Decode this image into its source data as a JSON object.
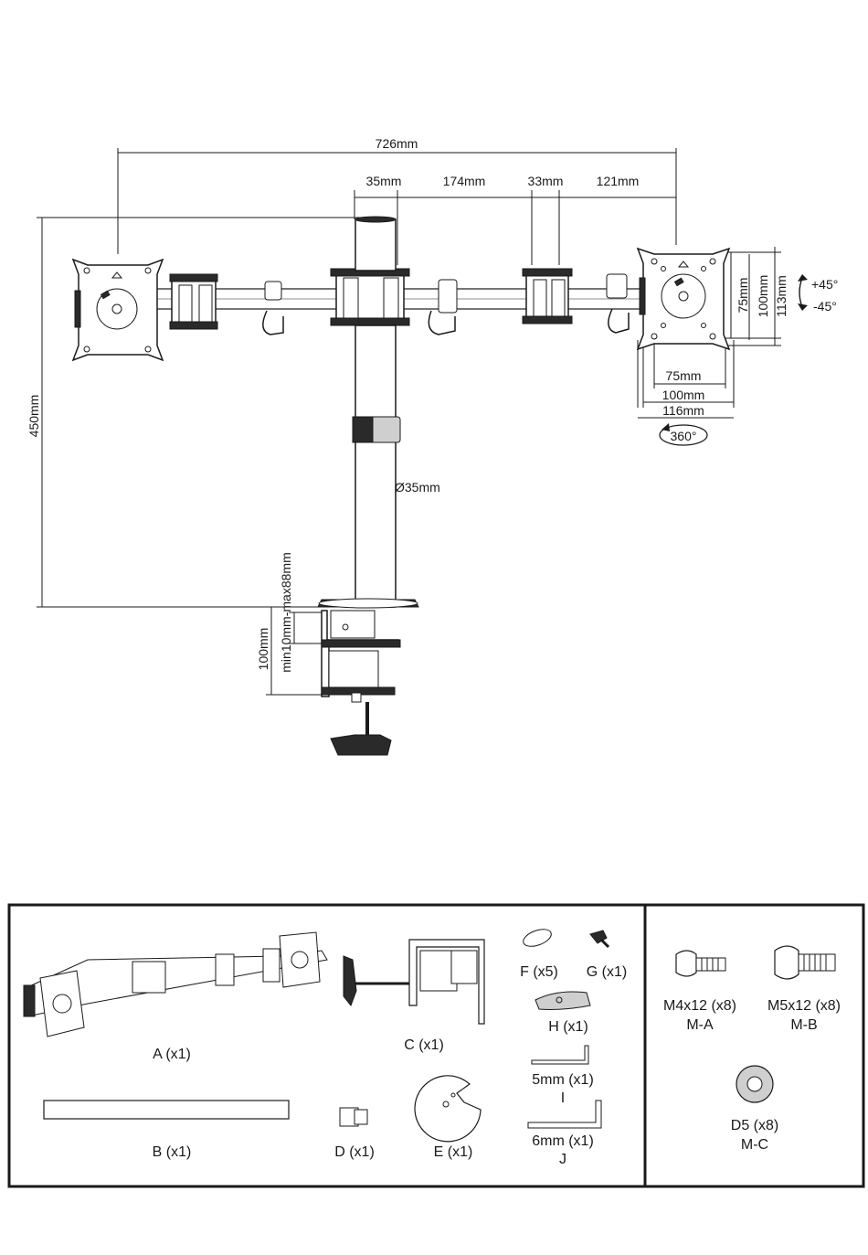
{
  "dimensions": {
    "overall_width": "726mm",
    "seg_35": "35mm",
    "seg_174": "174mm",
    "seg_33": "33mm",
    "seg_121": "121mm",
    "height_450": "450mm",
    "pole_diameter": "Ø35mm",
    "clamp_range": "min10mm-max88mm",
    "clamp_depth": "100mm",
    "vesa_h_75": "75mm",
    "vesa_h_100": "100mm",
    "vesa_h_113": "113mm",
    "vesa_w_75": "75mm",
    "vesa_w_100": "100mm",
    "vesa_w_116": "116mm",
    "tilt_up": "+45°",
    "tilt_down": "-45°",
    "rotation": "360°"
  },
  "parts": {
    "A": "A (x1)",
    "B": "B (x1)",
    "C": "C (x1)",
    "D": "D (x1)",
    "E": "E (x1)",
    "F": "F (x5)",
    "G": "G (x1)",
    "H": "H (x1)",
    "I_size": "5mm  (x1)",
    "I_letter": "I",
    "J_size": "6mm  (x1)",
    "J_letter": "J"
  },
  "hardware": {
    "m4_label": "M4x12 (x8)",
    "m4_code": "M-A",
    "m5_label": "M5x12 (x8)",
    "m5_code": "M-B",
    "d5_label": "D5 (x8)",
    "d5_code": "M-C"
  }
}
